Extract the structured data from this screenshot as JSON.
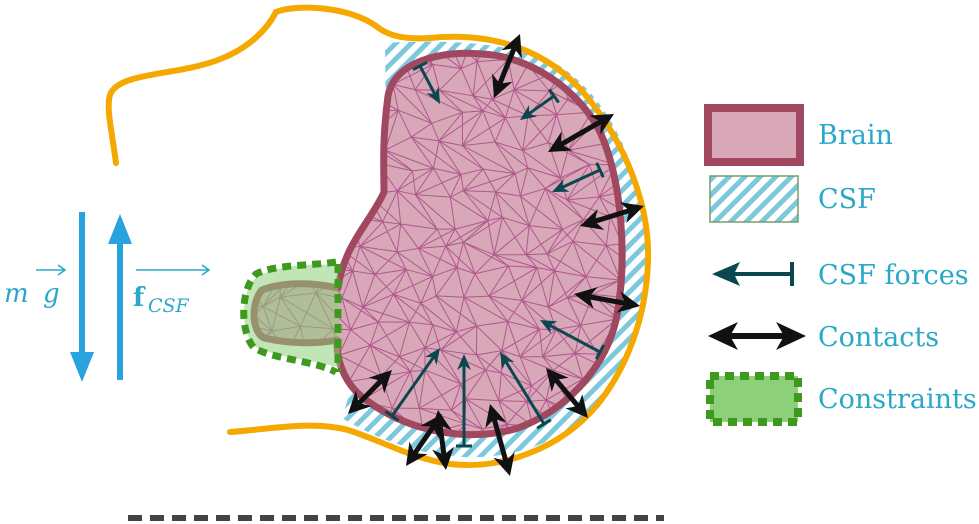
{
  "forces": {
    "gravity": {
      "symbol": "m",
      "vector": "g"
    },
    "csf_force": {
      "symbol": "f",
      "subscript": "CSF"
    }
  },
  "legend": [
    {
      "label": "Brain"
    },
    {
      "label": "CSF"
    },
    {
      "label": "CSF forces"
    },
    {
      "label": "Contacts"
    },
    {
      "label": "Constraints"
    }
  ],
  "colors": {
    "brain_fill": "#d8a8b8",
    "brain_outline": "#a0485f",
    "mesh_lines": "#a84a86",
    "csf_hatch": "#7cc8dc",
    "skull": "#f5a800",
    "csf_force_arrow": "#0c4750",
    "contact_arrow": "#111111",
    "constraint_fill": "#8ed07a",
    "constraint_border": "#3d9a1c",
    "force_arrows": "#29a3dd",
    "legend_text": "#29a8c8",
    "ground_dash": "#444444"
  }
}
